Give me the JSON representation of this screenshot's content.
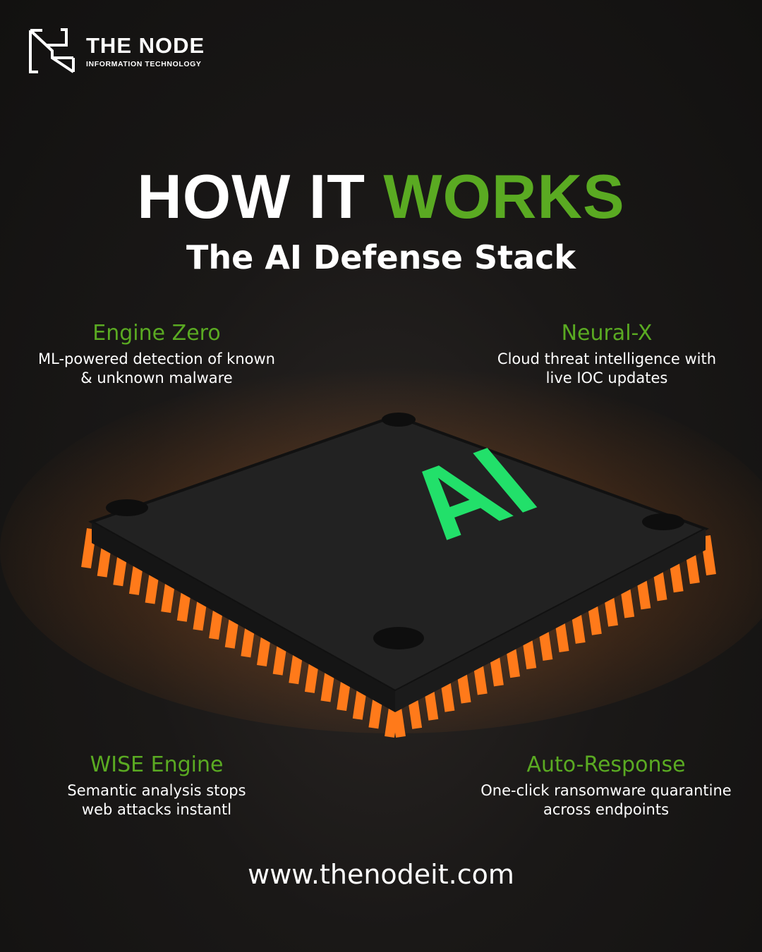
{
  "brand": {
    "name": "THE NODE",
    "tagline": "INFORMATION TECHNOLOGY"
  },
  "title": {
    "part1": "HOW IT ",
    "part2": "WORKS",
    "subtitle": "The AI Defense Stack"
  },
  "chip_label": "AI",
  "features": [
    {
      "title": "Engine Zero",
      "desc_line1": "ML-powered detection of known",
      "desc_line2": "& unknown malware"
    },
    {
      "title": "Neural-X",
      "desc_line1": "Cloud threat intelligence with",
      "desc_line2": "live IOC updates"
    },
    {
      "title": "WISE Engine",
      "desc_line1": "Semantic analysis stops",
      "desc_line2": "web attacks instantl"
    },
    {
      "title": "Auto-Response",
      "desc_line1": "One-click ransomware quarantine",
      "desc_line2": "across endpoints"
    }
  ],
  "website": "www.thenodeit.com",
  "colors": {
    "accent": "#5aaa22",
    "chip_glow": "#22e06a",
    "pins": "#ff7a1a"
  }
}
